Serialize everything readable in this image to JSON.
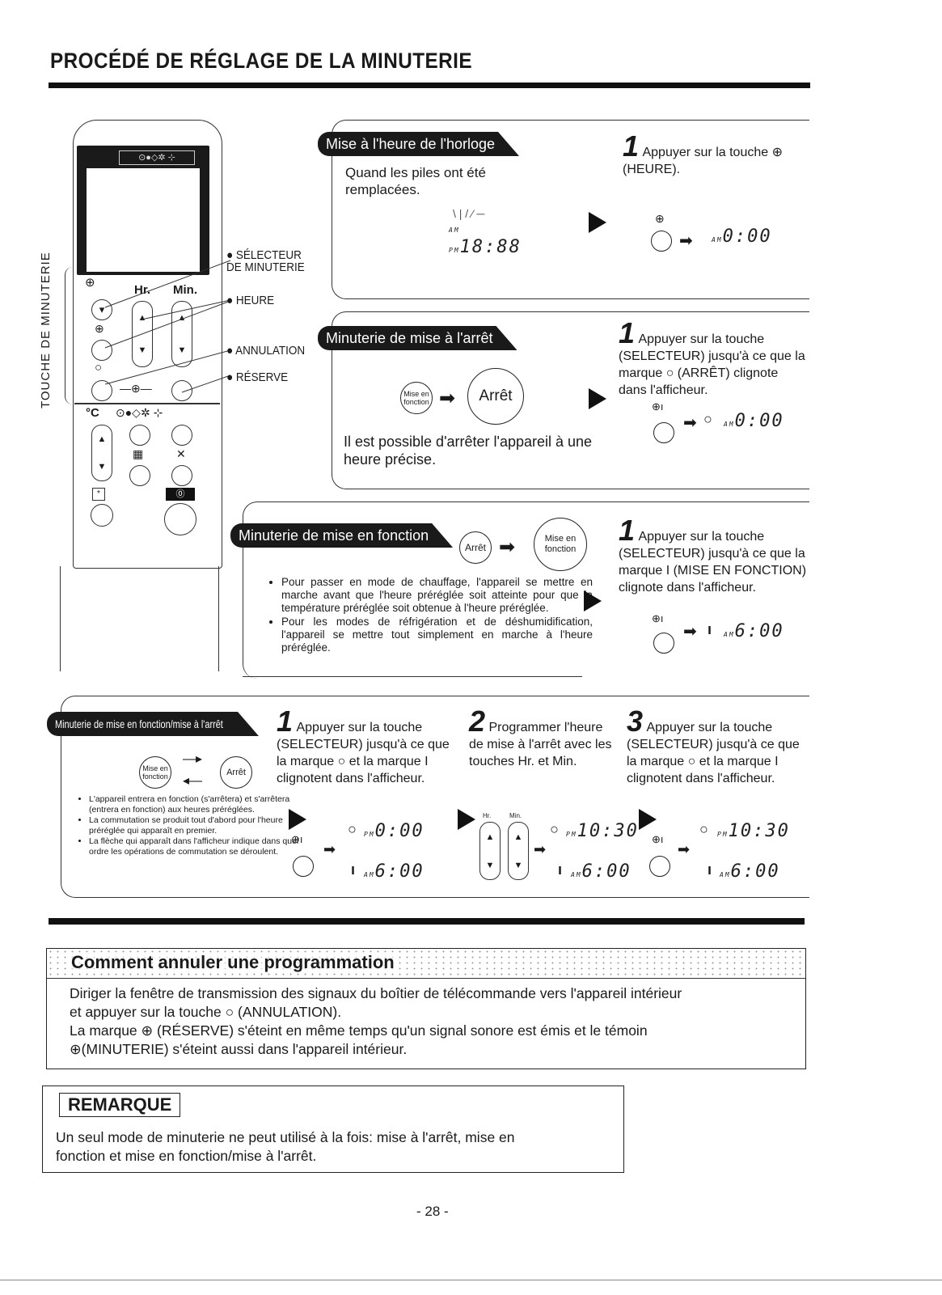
{
  "title": "PROCÉDÉ DE RÉGLAGE DE LA MINUTERIE",
  "remote": {
    "side_label": "TOUCHE DE MINUTERIE",
    "callouts": [
      "SÉLECTEUR DE MINUTERIE",
      "HEURE",
      "ANNULATION",
      "RÉSERVE"
    ],
    "btn_hr": "Hr.",
    "btn_min": "Min.",
    "temp_unit": "°C"
  },
  "section1": {
    "tab": "Mise à l'heure de l'horloge",
    "desc": "Quand les piles ont été remplacées.",
    "display_blink": "18:88",
    "step_num": "1",
    "step_text": "Appuyer sur la touche ⊕ (HEURE).",
    "display_result": "0:00"
  },
  "section2": {
    "tab": "Minuterie de mise à l'arrêt",
    "btn_on": "Mise en fonction",
    "btn_off": "Arrêt",
    "desc": "Il est possible d'arrêter l'appareil à une heure précise.",
    "step_num": "1",
    "step_text": "Appuyer sur la touche (SELECTEUR) jusqu'à ce que la marque ○ (ARRÊT) clignote dans l'afficheur.",
    "display_result": "0:00"
  },
  "section3": {
    "tab": "Minuterie de mise en fonction",
    "btn_off": "Arrêt",
    "btn_on": "Mise en fonction",
    "bullets": [
      "Pour passer en mode de chauffage, l'appareil se mettre en marche avant que l'heure préréglée soit atteinte pour que la température préréglée soit obtenue à l'heure préréglée.",
      "Pour les modes de réfrigération et de déshumidification, l'appareil se mettre tout simplement en marche à l'heure préréglée."
    ],
    "step_num": "1",
    "step_text": "Appuyer sur la touche (SELECTEUR) jusqu'à ce que la marque I (MISE EN FONCTION) clignote dans l'afficheur.",
    "display_result": "6:00"
  },
  "section4": {
    "tab": "Minuterie de mise en fonction/mise à l'arrêt",
    "btn_on": "Mise en fonction",
    "btn_off": "Arrêt",
    "bullets": [
      "L'appareil entrera en fonction (s'arrêtera) et s'arrêtera (entrera en fonction) aux heures préréglées.",
      "La commutation se produit tout d'abord pour l'heure préréglée qui apparaît en premier.",
      "La flèche qui apparaît dans l'afficheur indique dans quel ordre les opérations de commutation se déroulent."
    ],
    "steps": [
      {
        "num": "1",
        "text": "Appuyer sur la touche (SELECTEUR) jusqu'à ce que la marque ○ et la marque I clignotent dans l'afficheur.",
        "disp_top": "0:00",
        "disp_bottom": "6:00"
      },
      {
        "num": "2",
        "text": "Programmer l'heure de mise à l'arrêt avec les touches Hr. et Min.",
        "disp_top": "10:30",
        "disp_bottom": "6:00"
      },
      {
        "num": "3",
        "text": "Appuyer sur la touche (SELECTEUR) jusqu'à ce que la marque ○ et la marque I clignotent dans l'afficheur.",
        "disp_top": "10:30",
        "disp_bottom": "6:00"
      }
    ],
    "hr_label": "Hr.",
    "min_label": "Min."
  },
  "cancel": {
    "heading": "Comment annuler une programmation",
    "lines": [
      "Diriger la fenêtre de transmission des signaux du boîtier de télécommande vers l'appareil intérieur",
      "et appuyer sur la touche ○ (ANNULATION).",
      "La marque ⊕ (RÉSERVE) s'éteint en même temps qu'un signal sonore est émis et le témoin",
      "⊕(MINUTERIE) s'éteint aussi dans l'appareil intérieur."
    ]
  },
  "remark": {
    "heading": "REMARQUE",
    "lines": [
      "Un seul mode de minuterie ne peut utilisé à la fois: mise à l'arrêt, mise en",
      "fonction et mise en fonction/mise à l'arrêt."
    ]
  },
  "page_number": "- 28 -",
  "display_labels": {
    "am": "AM",
    "pm": "PM"
  }
}
